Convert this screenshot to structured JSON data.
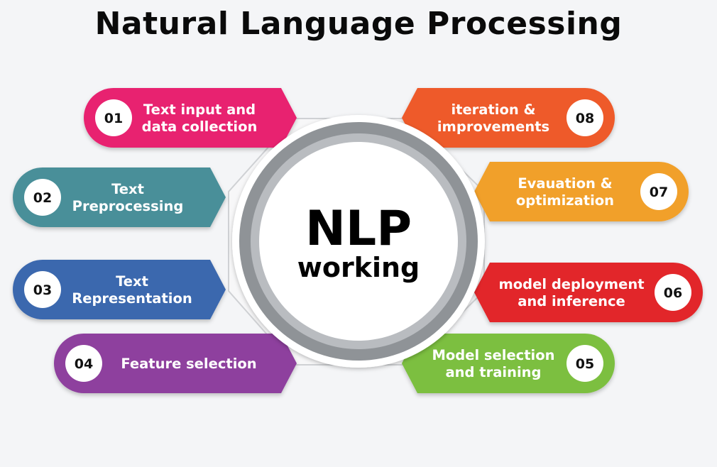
{
  "title": "Natural Language Processing",
  "center": {
    "line1": "NLP",
    "line2": "working"
  },
  "steps": [
    {
      "number": "01",
      "lines": [
        "Text input and",
        "data collection"
      ],
      "color": "#e8246f"
    },
    {
      "number": "02",
      "lines": [
        "Text",
        "Preprocessing"
      ],
      "color": "#4a8f99"
    },
    {
      "number": "03",
      "lines": [
        "Text",
        "Representation"
      ],
      "color": "#3a67ae"
    },
    {
      "number": "04",
      "lines": [
        "Feature selection"
      ],
      "color": "#8e3f9e"
    },
    {
      "number": "05",
      "lines": [
        "Model selection",
        "and training"
      ],
      "color": "#7bbf3f"
    },
    {
      "number": "06",
      "lines": [
        "model deployment",
        "and inference"
      ],
      "color": "#e2262c"
    },
    {
      "number": "07",
      "lines": [
        "Evauation &",
        "optimization"
      ],
      "color": "#f1a02a"
    },
    {
      "number": "08",
      "lines": [
        "iteration &",
        "improvements"
      ],
      "color": "#ee5a2a"
    }
  ]
}
